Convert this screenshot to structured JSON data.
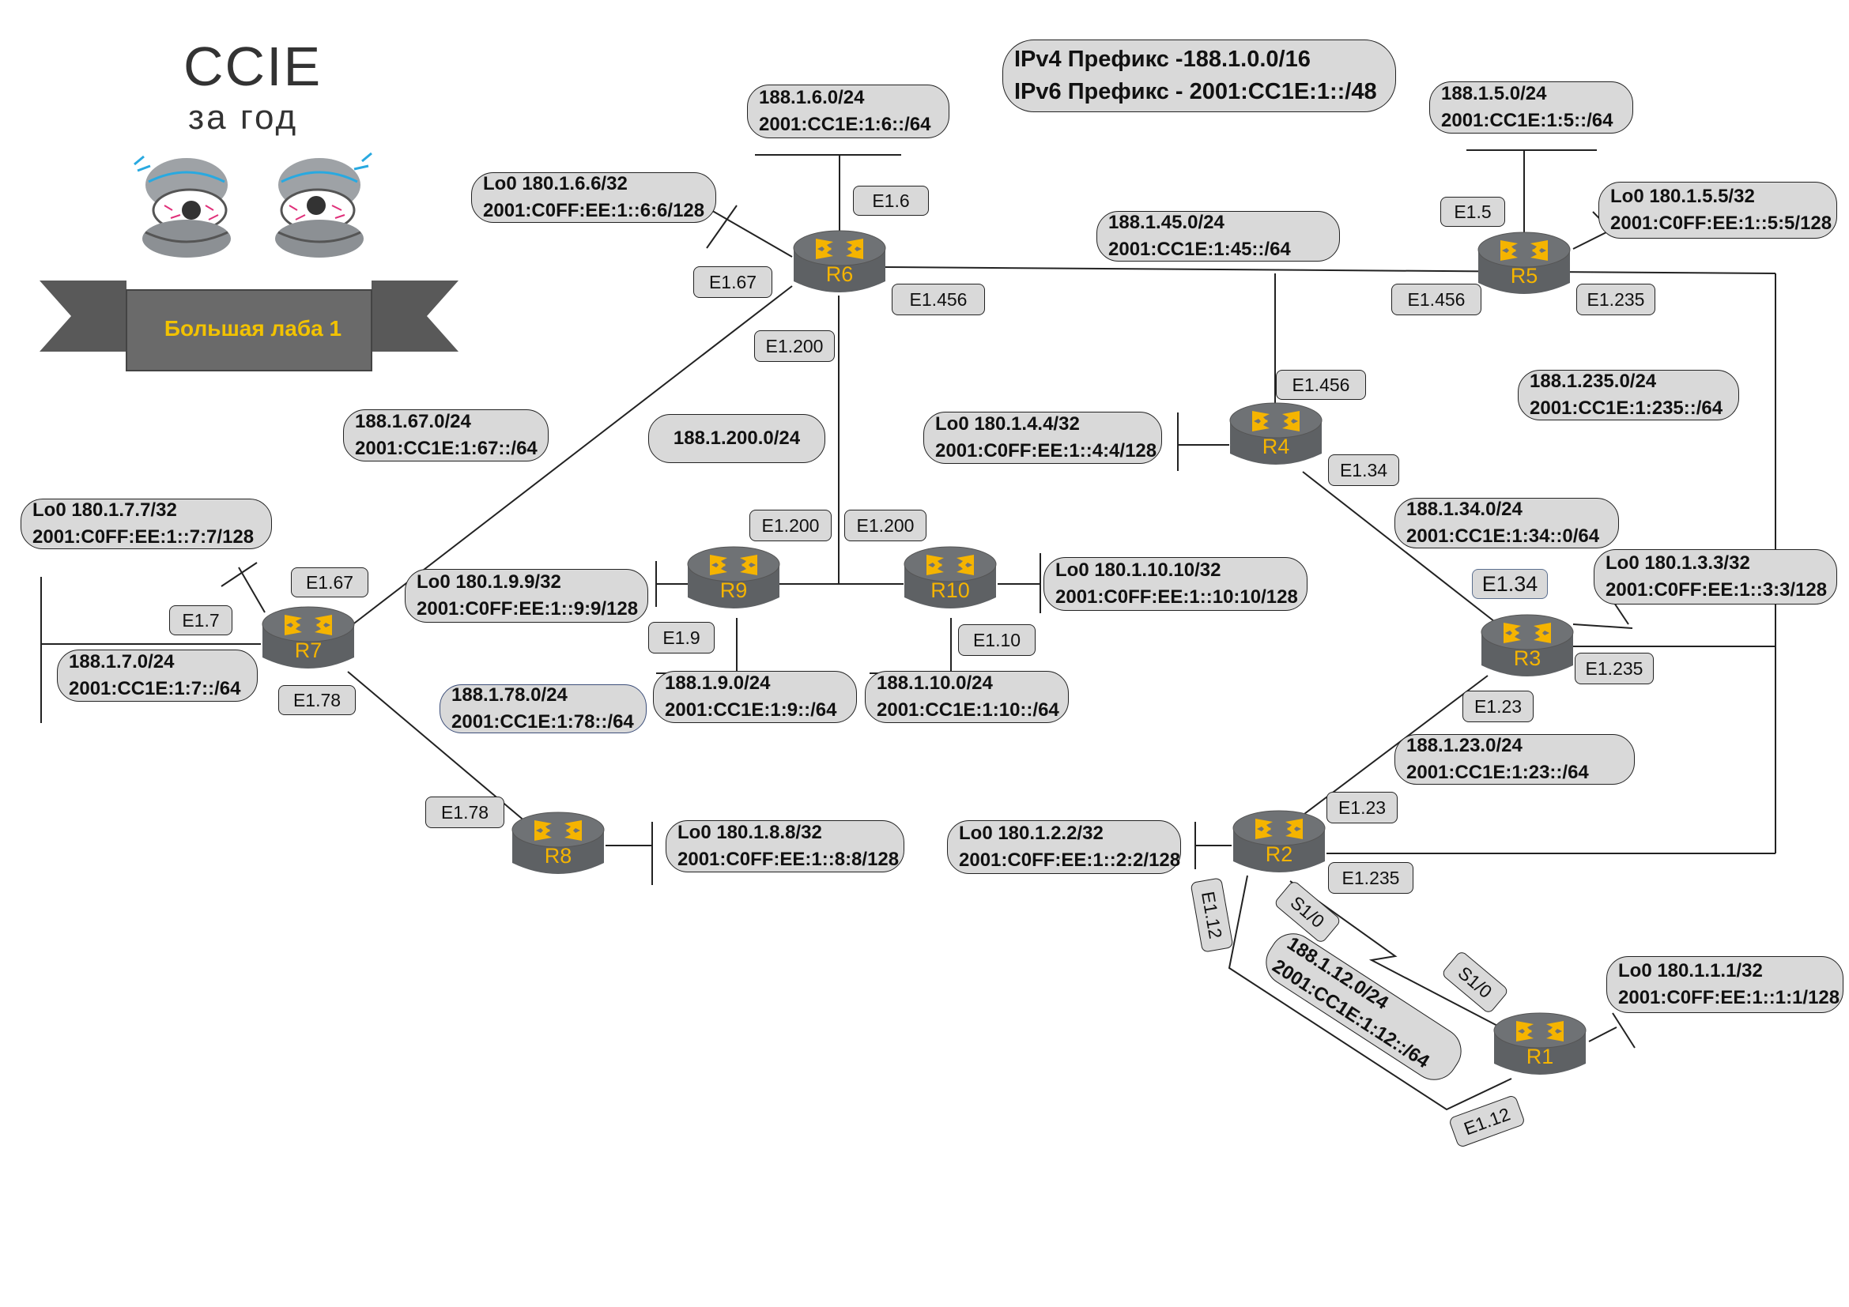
{
  "logo": {
    "title": "CCIE",
    "subtitle": "за год",
    "banner": "Большая лаба 1"
  },
  "prefixes": {
    "ipv4": "IPv4 Префикс -188.1.0.0/16",
    "ipv6": "IPv6 Префикс - 2001:CC1E:1::/48"
  },
  "routers": [
    {
      "id": "r1",
      "name": "R1"
    },
    {
      "id": "r2",
      "name": "R2"
    },
    {
      "id": "r3",
      "name": "R3"
    },
    {
      "id": "r4",
      "name": "R4"
    },
    {
      "id": "r5",
      "name": "R5"
    },
    {
      "id": "r6",
      "name": "R6"
    },
    {
      "id": "r7",
      "name": "R7"
    },
    {
      "id": "r8",
      "name": "R8"
    },
    {
      "id": "r9",
      "name": "R9"
    },
    {
      "id": "r10",
      "name": "R10"
    }
  ],
  "interfaces": [
    "E1.6",
    "E1.67",
    "E1.456",
    "E1.200",
    "E1.5",
    "E1.456",
    "E1.235",
    "E1.456",
    "E1.34",
    "E1.200",
    "E1.200",
    "E1.67",
    "E1.7",
    "E1.78",
    "E1.9",
    "E1.10",
    "E1.34",
    "E1.235",
    "E1.23",
    "E1.78",
    "E1.23",
    "E1.235",
    "E1.12",
    "S1/0",
    "S1/0",
    "E1.12"
  ],
  "networks": [
    {
      "id": "net-r6-lan",
      "lines": [
        "188.1.6.0/24",
        "2001:CC1E:1:6::/64"
      ]
    },
    {
      "id": "lo-r6",
      "lines": [
        "Lo0 180.1.6.6/32",
        "2001:C0FF:EE:1::6:6/128"
      ]
    },
    {
      "id": "net-456",
      "lines": [
        "188.1.45.0/24",
        "2001:CC1E:1:45::/64"
      ]
    },
    {
      "id": "net-r5-lan",
      "lines": [
        "188.1.5.0/24",
        "2001:CC1E:1:5::/64"
      ]
    },
    {
      "id": "lo-r5",
      "lines": [
        "Lo0 180.1.5.5/32",
        "2001:C0FF:EE:1::5:5/128"
      ]
    },
    {
      "id": "net-235",
      "lines": [
        "188.1.235.0/24",
        "2001:CC1E:1:235::/64"
      ]
    },
    {
      "id": "net-67",
      "lines": [
        "188.1.67.0/24",
        "2001:CC1E:1:67::/64"
      ]
    },
    {
      "id": "net-200",
      "lines": [
        "188.1.200.0/24"
      ]
    },
    {
      "id": "lo-r4",
      "lines": [
        "Lo0 180.1.4.4/32",
        "2001:C0FF:EE:1::4:4/128"
      ]
    },
    {
      "id": "lo-r7",
      "lines": [
        "Lo0 180.1.7.7/32",
        "2001:C0FF:EE:1::7:7/128"
      ]
    },
    {
      "id": "net-34",
      "lines": [
        "188.1.34.0/24",
        "2001:CC1E:1:34::0/64"
      ]
    },
    {
      "id": "lo-r3",
      "lines": [
        "Lo0 180.1.3.3/32",
        "2001:C0FF:EE:1::3:3/128"
      ]
    },
    {
      "id": "lo-r9",
      "lines": [
        "Lo0 180.1.9.9/32",
        "2001:C0FF:EE:1::9:9/128"
      ]
    },
    {
      "id": "lo-r10",
      "lines": [
        "Lo0 180.1.10.10/32",
        "2001:C0FF:EE:1::10:10/128"
      ]
    },
    {
      "id": "net-r7-lan",
      "lines": [
        "188.1.7.0/24",
        "2001:CC1E:1:7::/64"
      ]
    },
    {
      "id": "net-78",
      "lines": [
        "188.1.78.0/24",
        "2001:CC1E:1:78::/64"
      ]
    },
    {
      "id": "net-r9-lan",
      "lines": [
        "188.1.9.0/24",
        "2001:CC1E:1:9::/64"
      ]
    },
    {
      "id": "net-r10-lan",
      "lines": [
        "188.1.10.0/24",
        "2001:CC1E:1:10::/64"
      ]
    },
    {
      "id": "net-23",
      "lines": [
        "188.1.23.0/24",
        "2001:CC1E:1:23::/64"
      ]
    },
    {
      "id": "lo-r8",
      "lines": [
        "Lo0 180.1.8.8/32",
        "2001:C0FF:EE:1::8:8/128"
      ]
    },
    {
      "id": "lo-r2",
      "lines": [
        "Lo0 180.1.2.2/32",
        "2001:C0FF:EE:1::2:2/128"
      ]
    },
    {
      "id": "lo-r1",
      "lines": [
        "Lo0 180.1.1.1/32",
        "2001:C0FF:EE:1::1:1/128"
      ]
    },
    {
      "id": "net-12",
      "lines": [
        "188.1.12.0/24",
        "2001:CC1E:1:12::/64"
      ]
    }
  ],
  "colors": {
    "router_body": "#5e6164",
    "router_top": "#6f7275",
    "router_arrows": "#f5b400",
    "label_fill": "#d9d9d9",
    "banner": "#595959",
    "banner_text": "#f2c200"
  }
}
